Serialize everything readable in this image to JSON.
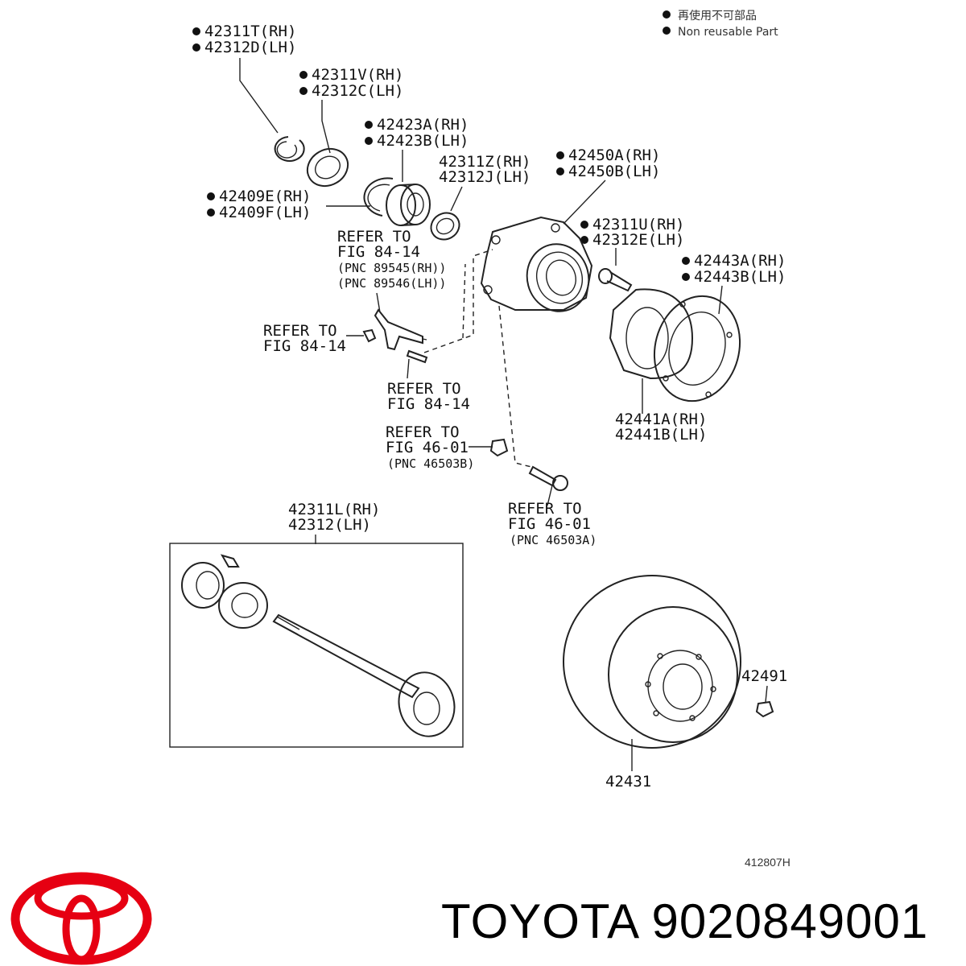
{
  "legend": {
    "japanese": "再使用不可部品",
    "english": "Non reusable Part"
  },
  "labels": {
    "l_42311T": "42311T(RH)",
    "l_42312D": "42312D(LH)",
    "l_42311V": "42311V(RH)",
    "l_42312C": "42312C(LH)",
    "l_42423A": "42423A(RH)",
    "l_42423B": "42423B(LH)",
    "l_42311Z": "42311Z(RH)",
    "l_42312J": "42312J(LH)",
    "l_42450A": "42450A(RH)",
    "l_42450B": "42450B(LH)",
    "l_42409E": "42409E(RH)",
    "l_42409F": "42409F(LH)",
    "l_42311U": "42311U(RH)",
    "l_42312E": "42312E(LH)",
    "l_42443A": "42443A(RH)",
    "l_42443B": "42443B(LH)",
    "l_42441A": "42441A(RH)",
    "l_42441B": "42441B(LH)",
    "l_42311L": "42311L(RH)",
    "l_42312": "42312(LH)",
    "l_42491": "42491",
    "l_42431": "42431"
  },
  "references": {
    "ref1_a": "REFER TO",
    "ref1_b": "FIG 84-14",
    "ref1_c": "(PNC 89545(RH))",
    "ref1_d": "(PNC 89546(LH))",
    "ref2_a": "REFER TO",
    "ref2_b": "FIG 84-14",
    "ref3_a": "REFER TO",
    "ref3_b": "FIG 84-14",
    "ref4_a": "REFER TO",
    "ref4_b": "FIG 46-01",
    "ref4_c": "(PNC 46503B)",
    "ref5_a": "REFER TO",
    "ref5_b": "FIG 46-01",
    "ref5_c": "(PNC 46503A)"
  },
  "figure_code": "412807H",
  "brand": {
    "title": "TOYOTA 9020849001",
    "logo_color": "#e60012"
  }
}
